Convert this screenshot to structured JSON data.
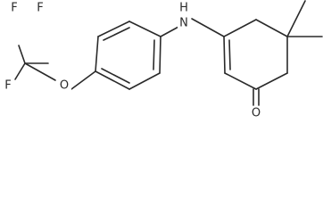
{
  "molecule": {
    "atom_labels": {
      "f1": "F",
      "f2": "F",
      "f3": "F",
      "o_ether": "O",
      "nh": "H",
      "n": "N",
      "o_ketone": "O"
    },
    "colors": {
      "bond": "#2a2a2a",
      "label": "#2a2a2a",
      "background": "#ffffff"
    }
  }
}
